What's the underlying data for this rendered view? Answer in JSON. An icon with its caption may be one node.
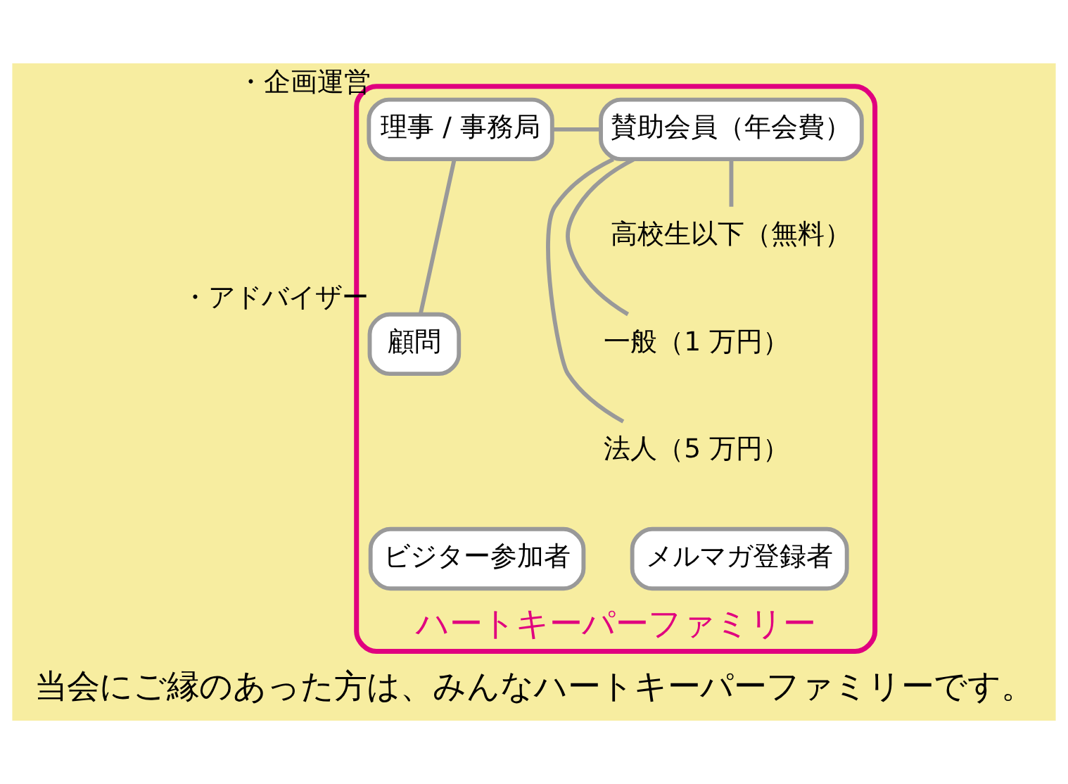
{
  "diagram": {
    "caption": "当会にご縁のあった方は、みんなハートキーパーファミリーです。",
    "nodes": [
      {
        "text": [
          "ハートキーパーファミリー"
        ]
      },
      {
        "text": [
          "理事 / 事務局"
        ],
        "in": 0,
        "beside": [
          "・企画運営"
        ]
      },
      {
        "text": [
          "顧問"
        ],
        "in": 0,
        "beside": [
          "・アドバイザー"
        ]
      },
      {
        "text": [
          "賛助会員（年会費）"
        ],
        "in": 0
      },
      {
        "text": [
          "高校生以下（無料）"
        ],
        "in": 0
      },
      {
        "text": [
          "一般（1 万円）"
        ],
        "in": 0
      },
      {
        "text": [
          "法人（5 万円）"
        ],
        "in": 0
      },
      {
        "text": [
          "ビジター参加者"
        ],
        "in": 0
      },
      {
        "text": [
          "メルマガ登録者"
        ],
        "in": 0
      }
    ],
    "edges": [
      {
        "from": 1,
        "to": 2,
        "arrow": "none"
      },
      {
        "from": 1,
        "to": 3,
        "arrow": "none"
      },
      {
        "from": 3,
        "to": 4,
        "arrow": "none"
      },
      {
        "from": 3,
        "to": 5,
        "arrow": "none"
      },
      {
        "from": 3,
        "to": 6,
        "arrow": "none"
      }
    ]
  }
}
